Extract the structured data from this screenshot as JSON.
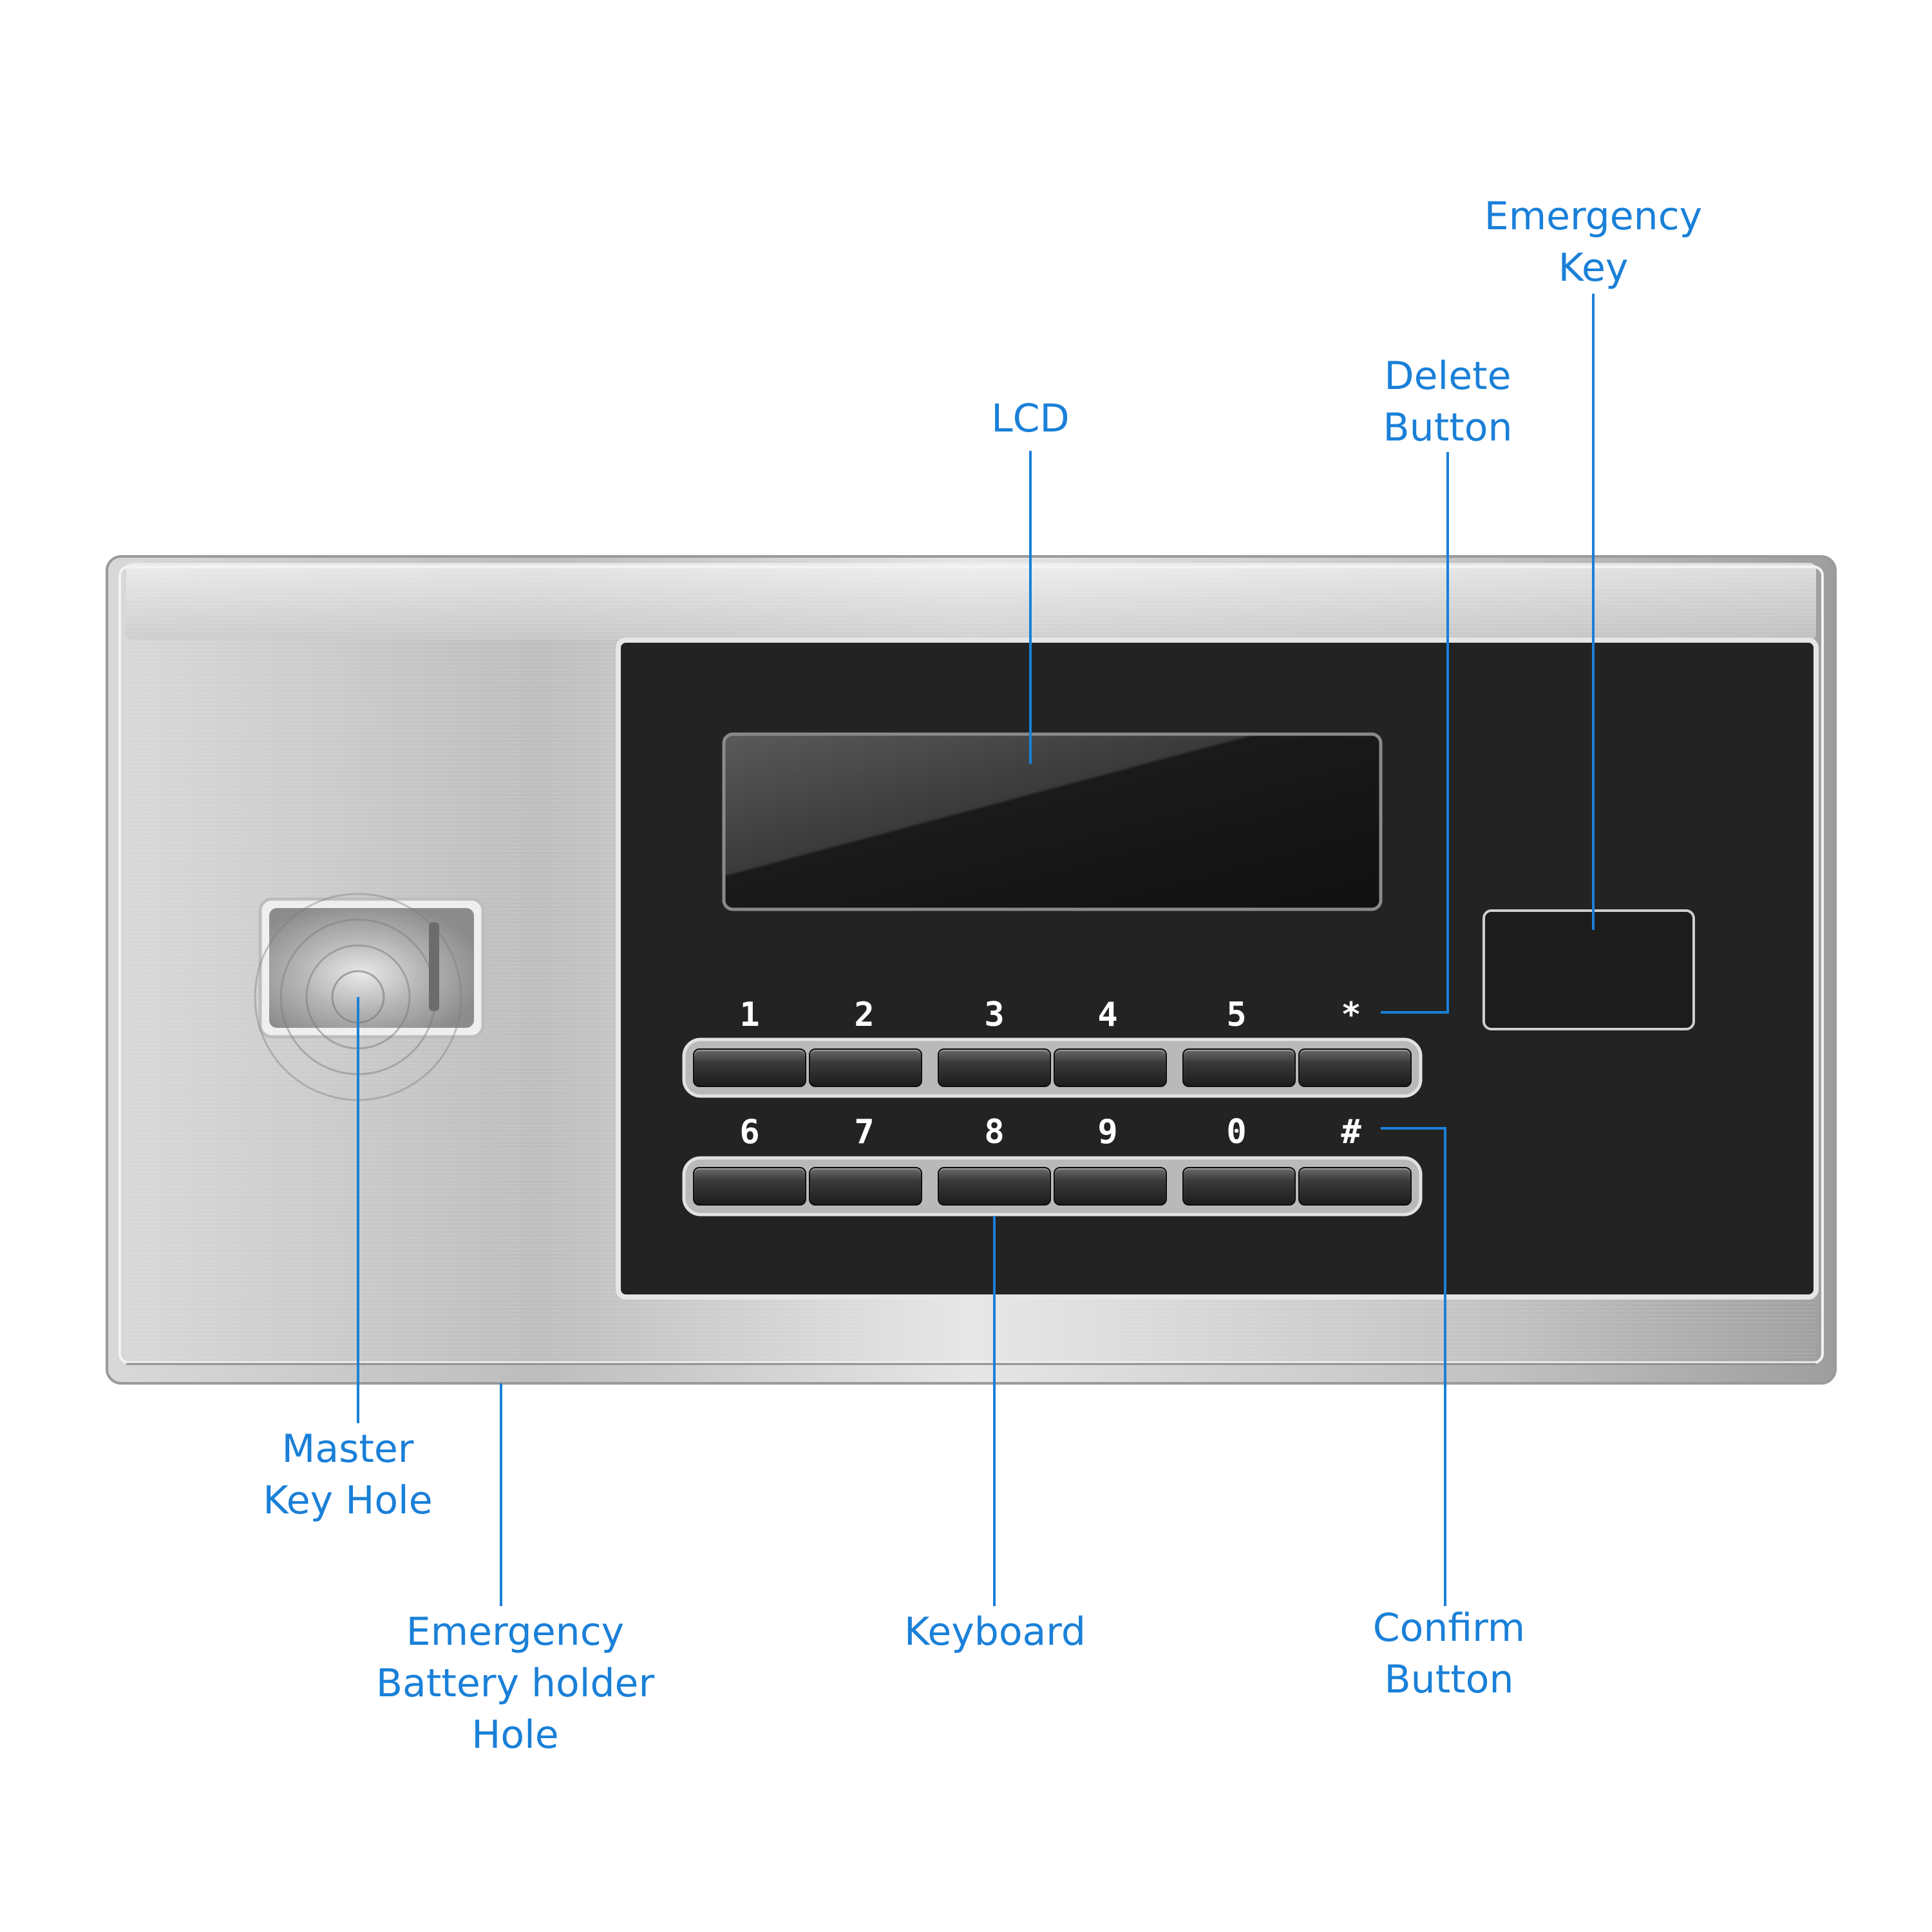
{
  "callouts": {
    "lcd": [
      "LCD"
    ],
    "delete": [
      "Delete",
      "Button"
    ],
    "emergency_key": [
      "Emergency",
      "Key"
    ],
    "master_key": [
      "Master",
      "Key Hole"
    ],
    "battery": [
      "Emergency",
      "Battery holder",
      "Hole"
    ],
    "keyboard": [
      "Keyboard"
    ],
    "confirm": [
      "Confirm",
      "Button"
    ]
  },
  "keypad": {
    "top_row": [
      "1",
      "2",
      "3",
      "4",
      "5",
      "*"
    ],
    "bottom_row": [
      "6",
      "7",
      "8",
      "9",
      "0",
      "#"
    ]
  },
  "colors": {
    "callout": "#1a80d8",
    "panel": "#232323",
    "steel": "#c8c8c8"
  }
}
